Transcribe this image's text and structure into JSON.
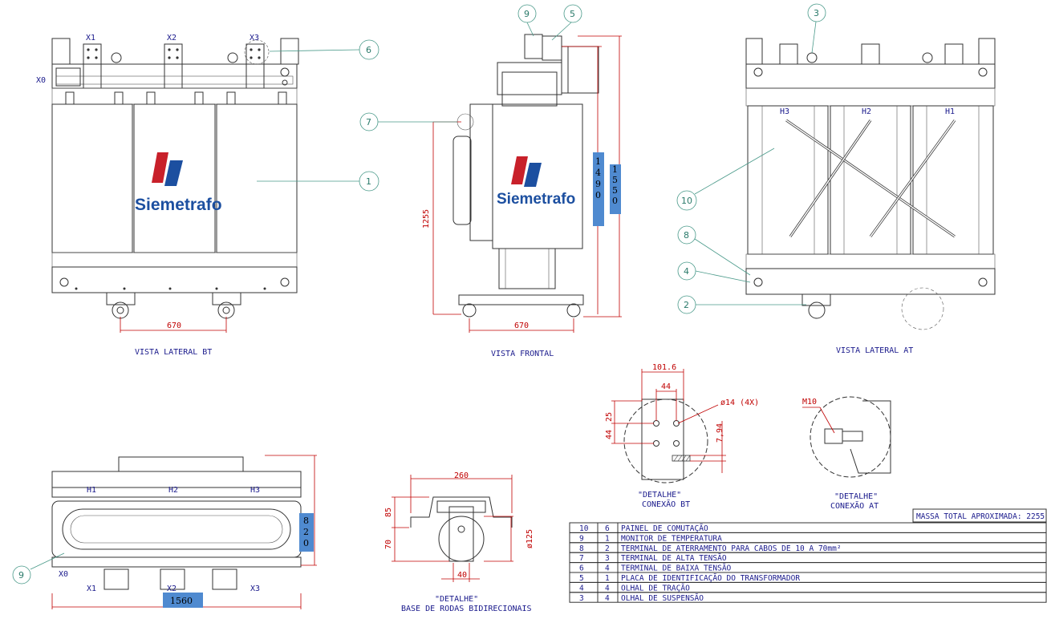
{
  "views": {
    "lateral_bt": "VISTA LATERAL BT",
    "frontal": "VISTA FRONTAL",
    "lateral_at": "VISTA LATERAL AT"
  },
  "terminals": {
    "x0": "X0",
    "x1": "X1",
    "x2": "X2",
    "x3": "X3",
    "h1": "H1",
    "h2": "H2",
    "h3": "H3"
  },
  "brand": "Siemetrafo",
  "dimensions": {
    "wheel_gauge_bt": "670",
    "wheel_gauge_frontal": "670",
    "height_1255": "1255",
    "height_1490": "1490",
    "height_1550": "1550",
    "depth_820": "820",
    "width_1560": "1560",
    "base_260": "260",
    "base_85": "85",
    "base_70": "70",
    "wheel_d125": "ø125",
    "wheel_40": "40",
    "bt_101_6": "101.6",
    "bt_44_top": "44",
    "bt_holes": "ø14 (4X)",
    "bt_44_left": "44",
    "bt_25": "25",
    "bt_7_94": "7,94",
    "at_m10": "M10"
  },
  "details": {
    "wheels_1": "\"DETALHE\"",
    "wheels_2": "BASE DE RODAS BIDIRECIONAIS",
    "bt_1": "\"DETALHE\"",
    "bt_2": "CONEXÃO BT",
    "at_1": "\"DETALHE\"",
    "at_2": "CONEXÃO AT"
  },
  "balloons": [
    "1",
    "2",
    "3",
    "4",
    "5",
    "6",
    "7",
    "8",
    "9",
    "10"
  ],
  "mass": "MASSA TOTAL APROXIMADA: 2255",
  "parts": [
    {
      "item": "10",
      "qty": "6",
      "desc": "PAINEL DE COMUTAÇÃO"
    },
    {
      "item": "9",
      "qty": "1",
      "desc": "MONITOR DE TEMPERATURA"
    },
    {
      "item": "8",
      "qty": "2",
      "desc": "TERMINAL DE ATERRAMENTO PARA CABOS DE 10 A 70mm²"
    },
    {
      "item": "7",
      "qty": "3",
      "desc": "TERMINAL DE ALTA TENSÃO"
    },
    {
      "item": "6",
      "qty": "4",
      "desc": "TERMINAL DE BAIXA TENSÃO"
    },
    {
      "item": "5",
      "qty": "1",
      "desc": "PLACA DE IDENTIFICAÇÃO DO TRANSFORMADOR"
    },
    {
      "item": "4",
      "qty": "4",
      "desc": "OLHAL DE TRAÇÃO"
    },
    {
      "item": "3",
      "qty": "4",
      "desc": "OLHAL DE SUSPENSÃO"
    }
  ]
}
